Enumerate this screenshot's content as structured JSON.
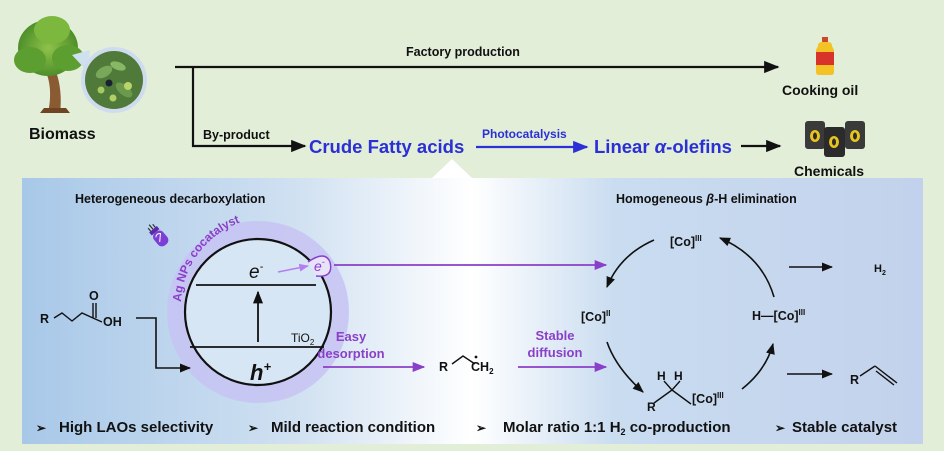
{
  "top": {
    "biomass_label": "Biomass",
    "factory_label": "Factory production",
    "byproduct_label": "By-product",
    "crude_label": "Crude Fatty acids",
    "photocatalysis_label": "Photocatalysis",
    "olefins_label": "Linear ",
    "olefins_alpha": "α",
    "olefins_suffix": "-olefins",
    "cooking_oil_label": "Cooking oil",
    "chemicals_label": "Chemicals"
  },
  "hetero": {
    "title": "Heterogeneous decarboxylation",
    "cocatalyst_label": "Ag NPs cocatalyst",
    "electron": "e",
    "electron_sup": "-",
    "hole": "h",
    "hole_sup": "+",
    "tio2": "TiO",
    "tio2_sub": "2",
    "acid_R": "R",
    "acid_O": "O",
    "acid_OH": "OH",
    "easy_line1": "Easy",
    "easy_line2": "desorption",
    "radical_R": "R",
    "radical_CH": "CH",
    "radical_sub": "2",
    "stable_line1": "Stable",
    "stable_line2": "diffusion"
  },
  "homo": {
    "title_prefix": "Homogeneous ",
    "title_beta": "β",
    "title_suffix": "-H elimination",
    "co3_top": "[Co]",
    "co3_top_sup": "III",
    "co2": "[Co]",
    "co2_sup": "II",
    "hco": "H—[Co]",
    "hco_sup": "III",
    "alkyl_H1": "H",
    "alkyl_H2": "H",
    "alkyl_R": "R",
    "alkyl_co": "[Co]",
    "alkyl_co_sup": "III",
    "h2": "H",
    "h2_sub": "2",
    "alkene_R": "R"
  },
  "features": [
    {
      "bullet": "➢",
      "text": "High LAOs selectivity"
    },
    {
      "bullet": "➢",
      "text": "Mild reaction condition"
    },
    {
      "bullet": "➢",
      "text_prefix": "Molar ratio 1:1 H",
      "sub": "2",
      "text_suffix": " co-production"
    },
    {
      "bullet": "➢",
      "text": "Stable catalyst"
    }
  ],
  "colors": {
    "background": "#e2eed8",
    "blue_text": "#2b2fd6",
    "purple": "#8a3fc8",
    "purple_light": "#c9b8f3",
    "black": "#111111"
  }
}
